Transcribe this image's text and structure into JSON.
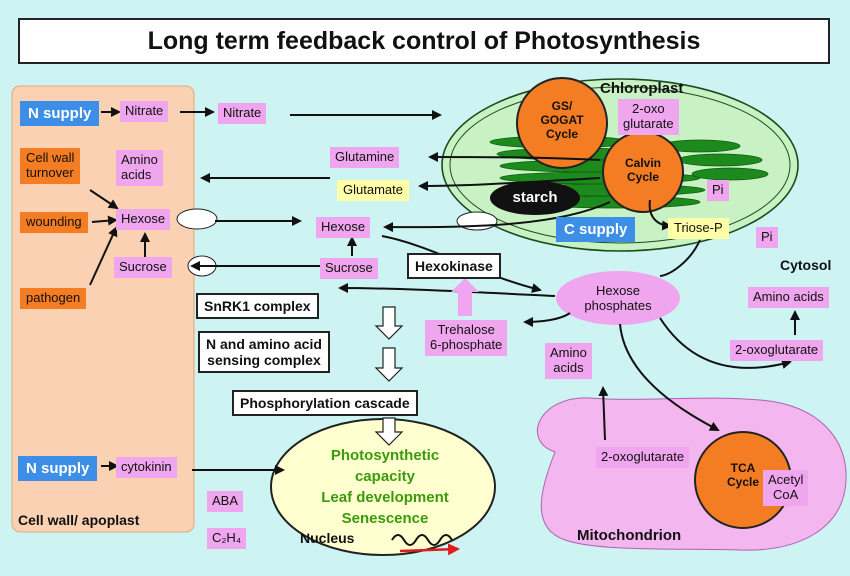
{
  "title": "Long term feedback control of Photosynthesis",
  "compartments": {
    "chloroplast": "Chloroplast",
    "cytosol": "Cytosol",
    "mitochondrion": "Mitochondrion",
    "nucleus": "Nucleus",
    "cell_wall": "Cell wall/ apoplast"
  },
  "apoplast": {
    "n_supply_top": "N supply",
    "nitrate": "Nitrate",
    "cell_wall_turnover": "Cell wall\nturnover",
    "amino_acids": "Amino\nacids",
    "wounding": "wounding",
    "hexose": "Hexose",
    "sucrose": "Sucrose",
    "pathogen": "pathogen",
    "n_supply_bottom": "N supply",
    "cytokinin": "cytokinin",
    "aba": "ABA",
    "c2h4": "C₂H₄"
  },
  "chloroplast": {
    "gs_gogat": "GS/\nGOGAT\nCycle",
    "oxoglutarate": "2-oxo\nglutarate",
    "calvin": "Calvin\nCycle",
    "pi": "Pi",
    "starch": "starch",
    "c_supply": "C supply",
    "triose_p": "Triose-P"
  },
  "cytosol": {
    "nitrate": "Nitrate",
    "glutamine": "Glutamine",
    "glutamate": "Glutamate",
    "hexose": "Hexose",
    "sucrose": "Sucrose",
    "hexokinase": "Hexokinase",
    "snrk1": "SnRK1 complex",
    "sensing": "N and amino acid\nsensing complex",
    "phospho": "Phosphorylation cascade",
    "hexose_phosphates": "Hexose\nphosphates",
    "trehalose": "Trehalose\n6-phosphate",
    "pi": "Pi",
    "amino_acids_right": "Amino acids",
    "oxoglutarate_right": "2-oxoglutarate",
    "amino_acids_mid": "Amino\nacids"
  },
  "mitochondrion": {
    "oxoglutarate": "2-oxoglutarate",
    "tca": "TCA\nCycle",
    "acetyl_coa": "Acetyl\nCoA"
  },
  "nucleus": {
    "effects": [
      "Photosynthetic",
      "capacity",
      "Leaf development",
      "Senescence"
    ]
  },
  "colors": {
    "background": "#cdf4f3",
    "apoplast": "#fbd1b4",
    "pink_box": "#f0a6ee",
    "orange_box": "#f47c22",
    "blue_box": "#3d8ee6",
    "green_text": "#3a9b0c",
    "mitochondrion_fill": "#f3b6ef",
    "chloroplast_fill": "#c8f1c4",
    "thylakoid": "#1d8a1d"
  }
}
